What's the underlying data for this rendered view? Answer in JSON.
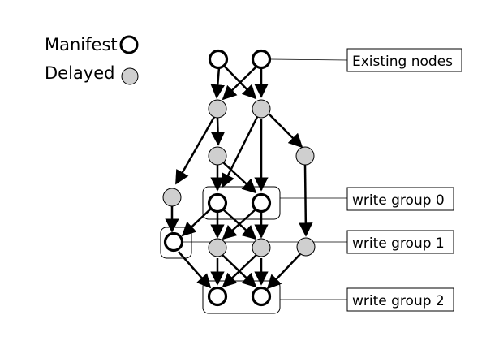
{
  "legend": {
    "manifest_label": "Manifest",
    "delayed_label": "Delayed"
  },
  "labels": {
    "existing_nodes": "Existing nodes",
    "write_group_0": "write group 0",
    "write_group_1": "write group 1",
    "write_group_2": "write group 2"
  },
  "colors": {
    "manifest_fill": "#ffffff",
    "delayed_fill": "#cfcfcf",
    "stroke": "#000000"
  }
}
